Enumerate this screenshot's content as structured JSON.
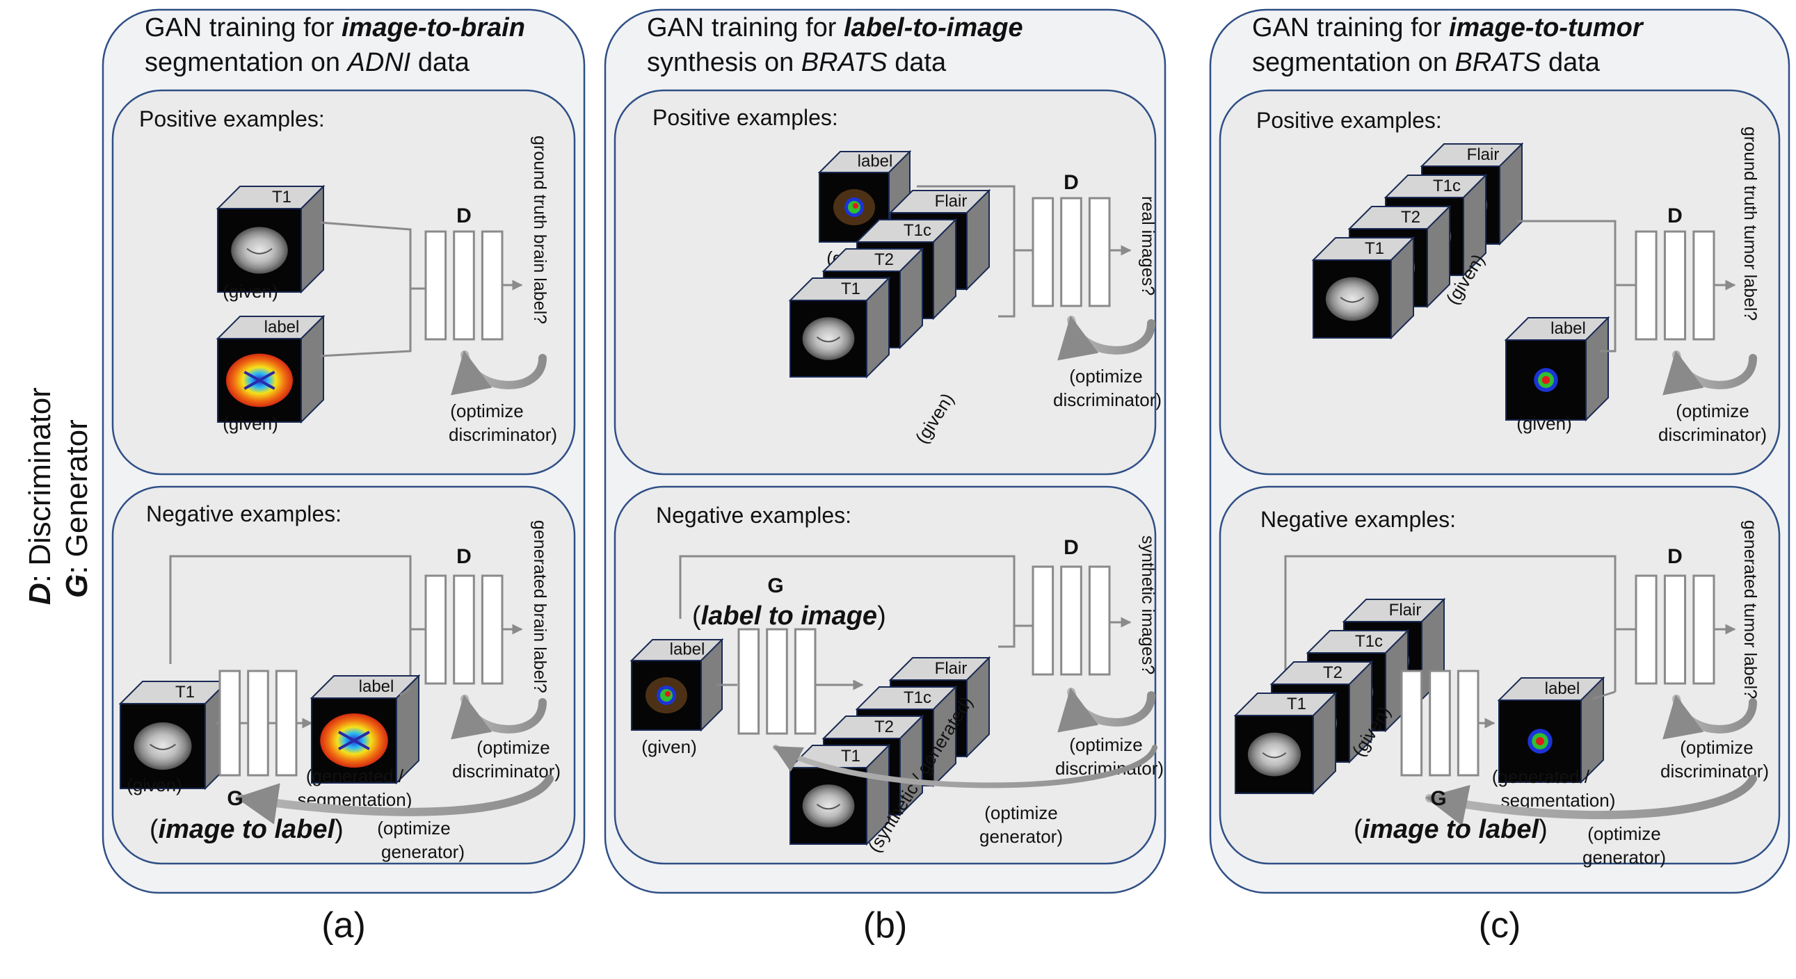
{
  "side_legend": {
    "d_key": "D",
    "d_text": ": Discriminator",
    "g_key": "G",
    "g_text": ": Generator"
  },
  "panels": [
    {
      "caption": "(a)",
      "title_pre": "GAN training for ",
      "title_em": "image-to-brain",
      "title_line2_pre": "segmentation on ",
      "title_line2_em": "ADNI",
      "title_line2_post": " data",
      "pos_title": "Positive examples:",
      "neg_title": "Negative examples:",
      "pos_inputs": [
        {
          "label": "T1",
          "caption": "(given)"
        },
        {
          "label": "label",
          "caption": "(given)"
        }
      ],
      "pos_d": "D",
      "pos_output": "ground truth brain label?",
      "pos_opt": [
        "(optimize",
        "discriminator)"
      ],
      "neg_input": {
        "label": "T1",
        "caption": "(given)"
      },
      "neg_output_volume": {
        "label": "label",
        "caption": [
          "(generated /",
          "segmentation)"
        ]
      },
      "neg_d": "D",
      "neg_output": "generated brain label?",
      "neg_opt_d": [
        "(optimize",
        "discriminator)"
      ],
      "neg_g": "G",
      "neg_g_desc_pre": "(",
      "neg_g_desc_em": "image to label",
      "neg_g_desc_post": ")",
      "neg_opt_g": [
        "(optimize",
        "generator)"
      ]
    },
    {
      "caption": "(b)",
      "title_pre": "GAN training for ",
      "title_em": "label-to-image",
      "title_line2_pre": "synthesis on ",
      "title_line2_em": "BRATS",
      "title_line2_post": " data",
      "pos_title": "Positive examples:",
      "neg_title": "Negative examples:",
      "pos_label": {
        "label": "label",
        "caption": "(given)"
      },
      "pos_stack": [
        "Flair",
        "T1c",
        "T2",
        "T1"
      ],
      "pos_stack_caption": "(given)",
      "pos_d": "D",
      "pos_output": "real images?",
      "pos_opt": [
        "(optimize",
        "discriminator)"
      ],
      "neg_g": "G",
      "neg_g_desc_pre": "(",
      "neg_g_desc_em": "label to image",
      "neg_g_desc_post": ")",
      "neg_input": {
        "label": "label",
        "caption": "(given)"
      },
      "neg_stack": [
        "Flair",
        "T1c",
        "T2",
        "T1"
      ],
      "neg_stack_caption": "(synthetic / generated)",
      "neg_d": "D",
      "neg_output": "synthetic images?",
      "neg_opt_d": [
        "(optimize",
        "discriminator)"
      ],
      "neg_opt_g": [
        "(optimize",
        "generator)"
      ]
    },
    {
      "caption": "(c)",
      "title_pre": "GAN training for ",
      "title_em": "image-to-tumor",
      "title_line2_pre": "segmentation on ",
      "title_line2_em": "BRATS",
      "title_line2_post": " data",
      "pos_title": "Positive examples:",
      "neg_title": "Negative examples:",
      "pos_stack": [
        "Flair",
        "T1c",
        "T2",
        "T1"
      ],
      "pos_stack_caption": "(given)",
      "pos_label": {
        "label": "label",
        "caption": "(given)"
      },
      "pos_d": "D",
      "pos_output": "ground truth tumor label?",
      "pos_opt": [
        "(optimize",
        "discriminator)"
      ],
      "neg_stack": [
        "Flair",
        "T1c",
        "T2",
        "T1"
      ],
      "neg_stack_caption": "(given)",
      "neg_output_volume": {
        "label": "label",
        "caption": [
          "(generated /",
          "segmentation)"
        ]
      },
      "neg_d": "D",
      "neg_output": "generated tumor label?",
      "neg_opt_d": [
        "(optimize",
        "discriminator)"
      ],
      "neg_g": "G",
      "neg_g_desc_pre": "(",
      "neg_g_desc_em": "image to label",
      "neg_g_desc_post": ")",
      "neg_opt_g": [
        "(optimize",
        "generator)"
      ]
    }
  ]
}
